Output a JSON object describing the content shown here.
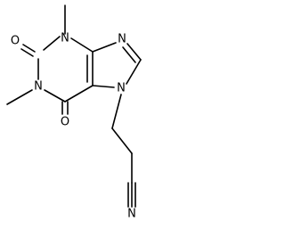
{
  "molecule": {
    "atoms": {
      "o_top": "O",
      "n_methyl_top": "N",
      "n_imidazole_top": "N",
      "n_methyl_left": "N",
      "o_bottom": "O",
      "n_imidazole_bottom": "N",
      "n_nitrile": "N"
    }
  },
  "colors": {
    "bond": "#000000",
    "label": "#000000",
    "background": "#ffffff"
  }
}
